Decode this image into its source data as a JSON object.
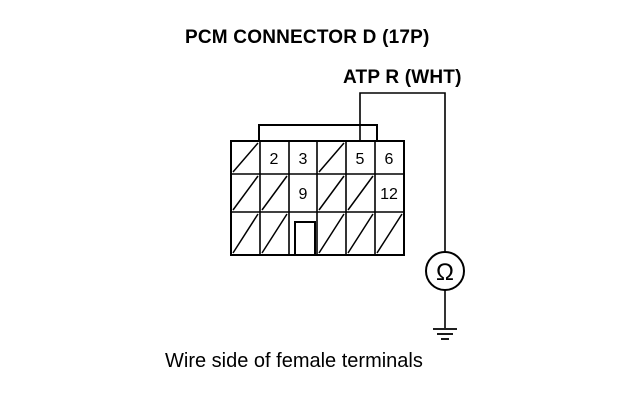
{
  "title": "PCM CONNECTOR D (17P)",
  "wire_label": "ATP R (WHT)",
  "caption": "Wire side of female terminals",
  "terminals": {
    "t2": "2",
    "t3": "3",
    "t5": "5",
    "t6": "6",
    "t9": "9",
    "t12": "12"
  },
  "meter": {
    "symbol": "Ω",
    "icon": "ohmmeter-icon"
  },
  "ground_icon": "ground-icon"
}
